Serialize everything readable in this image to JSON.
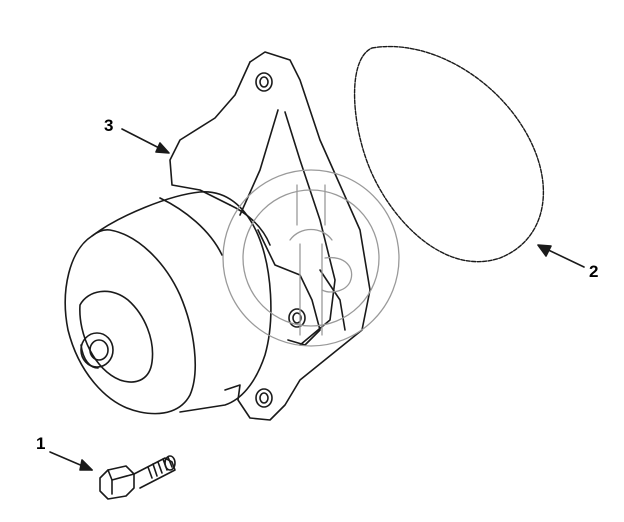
{
  "callouts": {
    "part_1": "1",
    "part_2": "2",
    "part_3": "3"
  },
  "colors": {
    "line": "#1a1a1a",
    "watermark": "#9a9a9a"
  },
  "parts": [
    {
      "callout": "1",
      "icon": "bolt-icon"
    },
    {
      "callout": "2",
      "icon": "gasket-icon"
    },
    {
      "callout": "3",
      "icon": "water-pump-icon"
    }
  ],
  "watermark": {
    "icon": "seal-watermark-icon"
  }
}
